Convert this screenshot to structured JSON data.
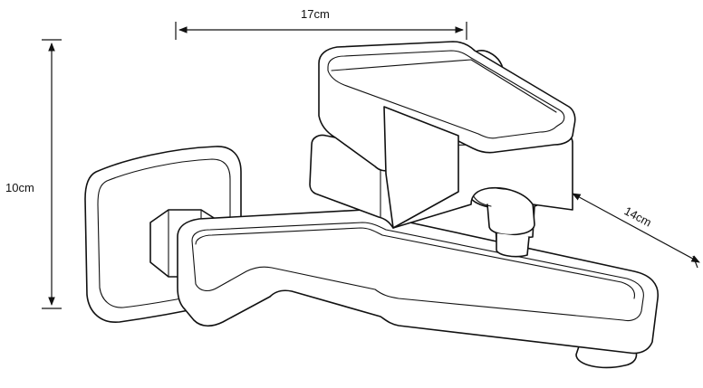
{
  "dimensions": {
    "width_label": "17cm",
    "height_label": "10cm",
    "depth_label": "14cm"
  },
  "colors": {
    "line": "#111111",
    "background": "#ffffff"
  }
}
